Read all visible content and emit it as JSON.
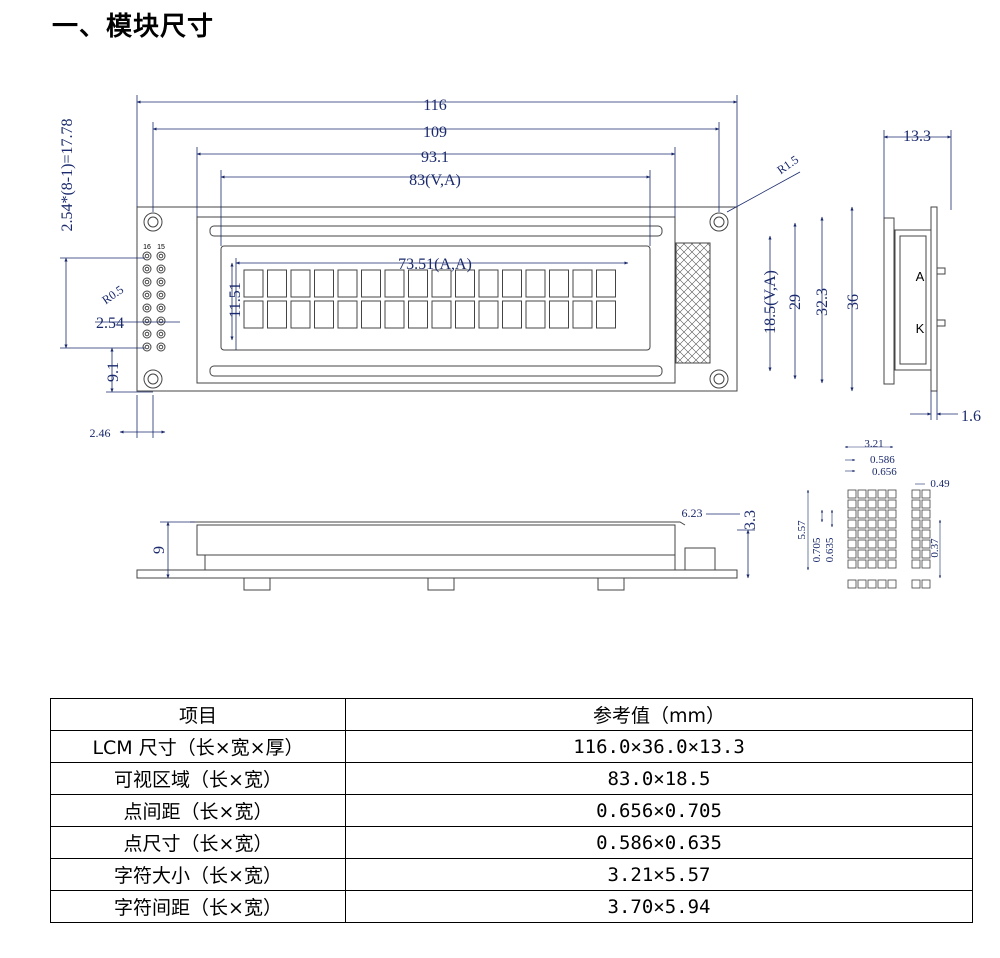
{
  "section_title": "一、模块尺寸",
  "front_view": {
    "dims": {
      "overall_width": "116",
      "pcb_inner": "109",
      "bezel": "93.1",
      "view_area": "83(V,A)",
      "active_area": "73.51(A,A)",
      "char_height": "11.51",
      "pin_span": "2.54*(8-1)=17.78",
      "pin_pitch": "2.54",
      "hole_offset": "9.1",
      "edge_offset": "2.46",
      "pad_radius": "R0.5",
      "hole_radius": "R1.5",
      "va_height": "18.5(V,A)",
      "h29": "29",
      "h32": "32.3",
      "h36": "36",
      "pin16": "16",
      "pin15": "15"
    }
  },
  "side_view": {
    "dims": {
      "thickness": "13.3",
      "pcb": "1.6"
    },
    "labels": {
      "anode": "A",
      "cathode": "K"
    }
  },
  "bottom_view": {
    "dims": {
      "height": "9",
      "d623": "6.23",
      "d33": "3.3"
    }
  },
  "dot_detail": {
    "dims": {
      "char_w": "3.21",
      "dot_w": "0.586",
      "dot_pitch_w": "0.656",
      "gap_h": "0.49",
      "char_h": "5.57",
      "dot_pitch_h": "0.705",
      "dot_h": "0.635",
      "gap_v": "0.37"
    }
  },
  "table": {
    "headers": [
      "项目",
      "参考值（mm）"
    ],
    "rows": [
      [
        "LCM 尺寸（长×宽×厚）",
        "116.0×36.0×13.3"
      ],
      [
        "可视区域（长×宽）",
        "83.0×18.5"
      ],
      [
        "点间距（长×宽）",
        "0.656×0.705"
      ],
      [
        "点尺寸（长×宽）",
        "0.586×0.635"
      ],
      [
        "字符大小（长×宽）",
        "3.21×5.57"
      ],
      [
        "字符间距（长×宽）",
        "3.70×5.94"
      ]
    ]
  }
}
